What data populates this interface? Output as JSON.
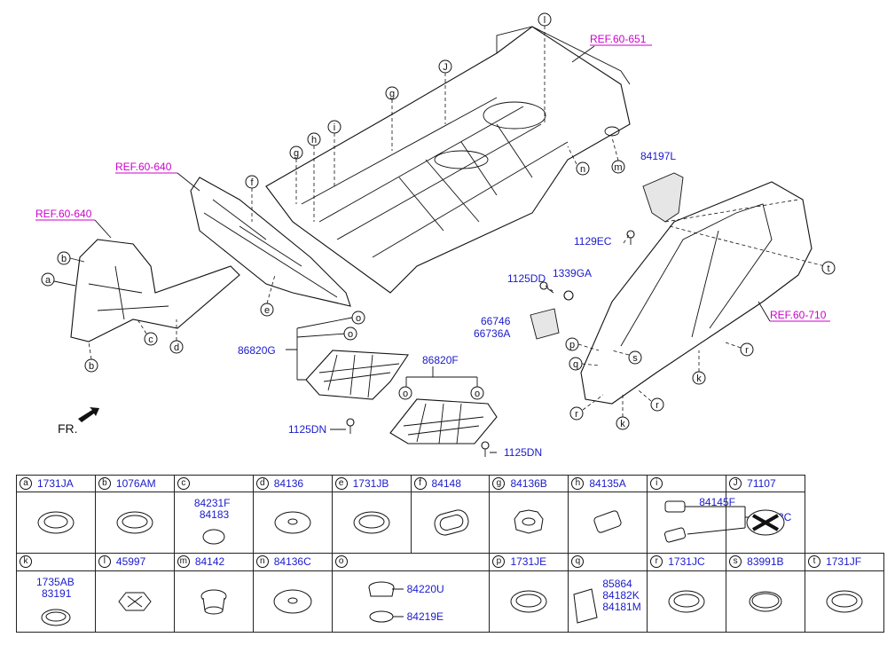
{
  "refs": [
    "REF.60-651",
    "REF.60-640",
    "REF.60-640",
    "REF.60-710"
  ],
  "callouts": {
    "top": [
      "l",
      "J",
      "g",
      "g",
      "h",
      "i",
      "f",
      "e",
      "n",
      "m",
      "o",
      "o",
      "o",
      "o",
      "b",
      "a",
      "c",
      "d",
      "b",
      "t",
      "p",
      "q",
      "s",
      "r",
      "r",
      "r",
      "k",
      "k"
    ]
  },
  "parts_diagram": [
    "84197L",
    "1129EC",
    "1125DD",
    "1339GA",
    "66746",
    "66736A",
    "86820G",
    "86820F",
    "1125DN",
    "1125DN"
  ],
  "fr_label": "FR.",
  "legend": {
    "row1": [
      {
        "key": "a",
        "num": "1731JA"
      },
      {
        "key": "b",
        "num": "1076AM"
      },
      {
        "key": "c",
        "num": "",
        "extra": [
          "84231F",
          "84183"
        ]
      },
      {
        "key": "d",
        "num": "84136"
      },
      {
        "key": "e",
        "num": "1731JB"
      },
      {
        "key": "f",
        "num": "84148"
      },
      {
        "key": "g",
        "num": "84136B"
      },
      {
        "key": "h",
        "num": "84135A"
      },
      {
        "key": "i",
        "num": "",
        "extra": [
          "84145F",
          "84133C"
        ]
      },
      {
        "key": "J",
        "num": "71107"
      }
    ],
    "row2": [
      {
        "key": "k",
        "num": "",
        "extra": [
          "1735AB",
          "83191"
        ]
      },
      {
        "key": "l",
        "num": "45997"
      },
      {
        "key": "m",
        "num": "84142"
      },
      {
        "key": "n",
        "num": "84136C"
      },
      {
        "key": "o",
        "num": "",
        "extra": [
          "84220U",
          "84219E"
        ]
      },
      {
        "key": "p",
        "num": "1731JE"
      },
      {
        "key": "q",
        "num": "",
        "extra": [
          "85864",
          "84182K",
          "84181M"
        ]
      },
      {
        "key": "r",
        "num": "1731JC"
      },
      {
        "key": "s",
        "num": "83991B"
      },
      {
        "key": "t",
        "num": "1731JF"
      }
    ]
  }
}
